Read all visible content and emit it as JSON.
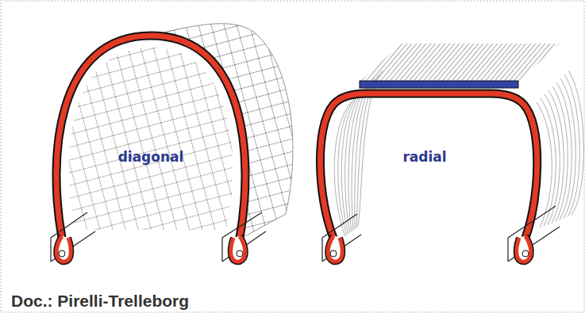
{
  "diagram": {
    "labels": [
      "diagonal",
      "radial",
      "Doc.: Pirelli-Trelleborg"
    ]
  }
}
